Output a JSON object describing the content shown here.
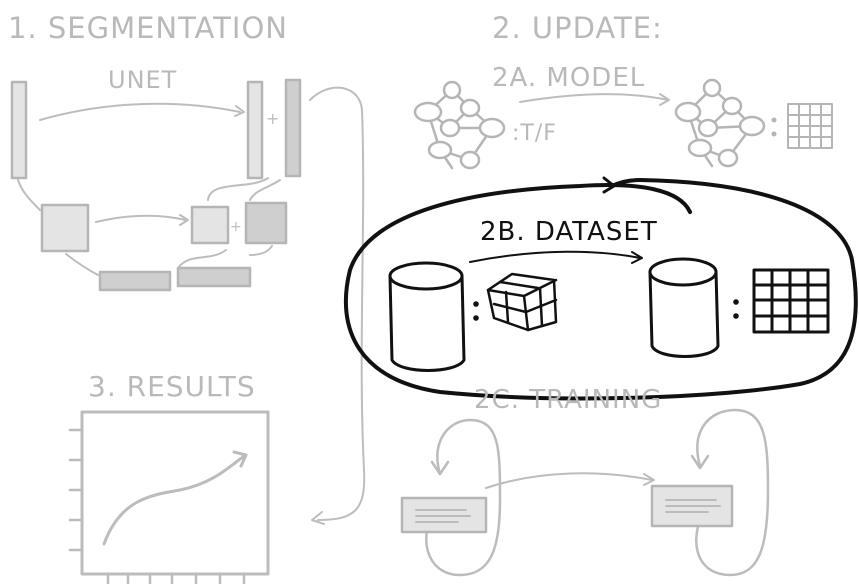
{
  "sections": {
    "segmentation": {
      "title": "1. SEGMENTATION",
      "model_label": "UNET"
    },
    "update": {
      "title": "2. UPDATE:",
      "model_title": "2A. MODEL",
      "model_output": ":T/F"
    },
    "dataset": {
      "title": "2B. DATASET"
    },
    "training": {
      "title": "2C. TRAINING"
    },
    "results": {
      "title": "3. RESULTS"
    }
  },
  "colors": {
    "faint": "#b9b9b9",
    "faint_fill": "#e2e2e2",
    "faint_fill_dark": "#cfcfcf",
    "ink": "#111111",
    "background": "#ffffff"
  }
}
